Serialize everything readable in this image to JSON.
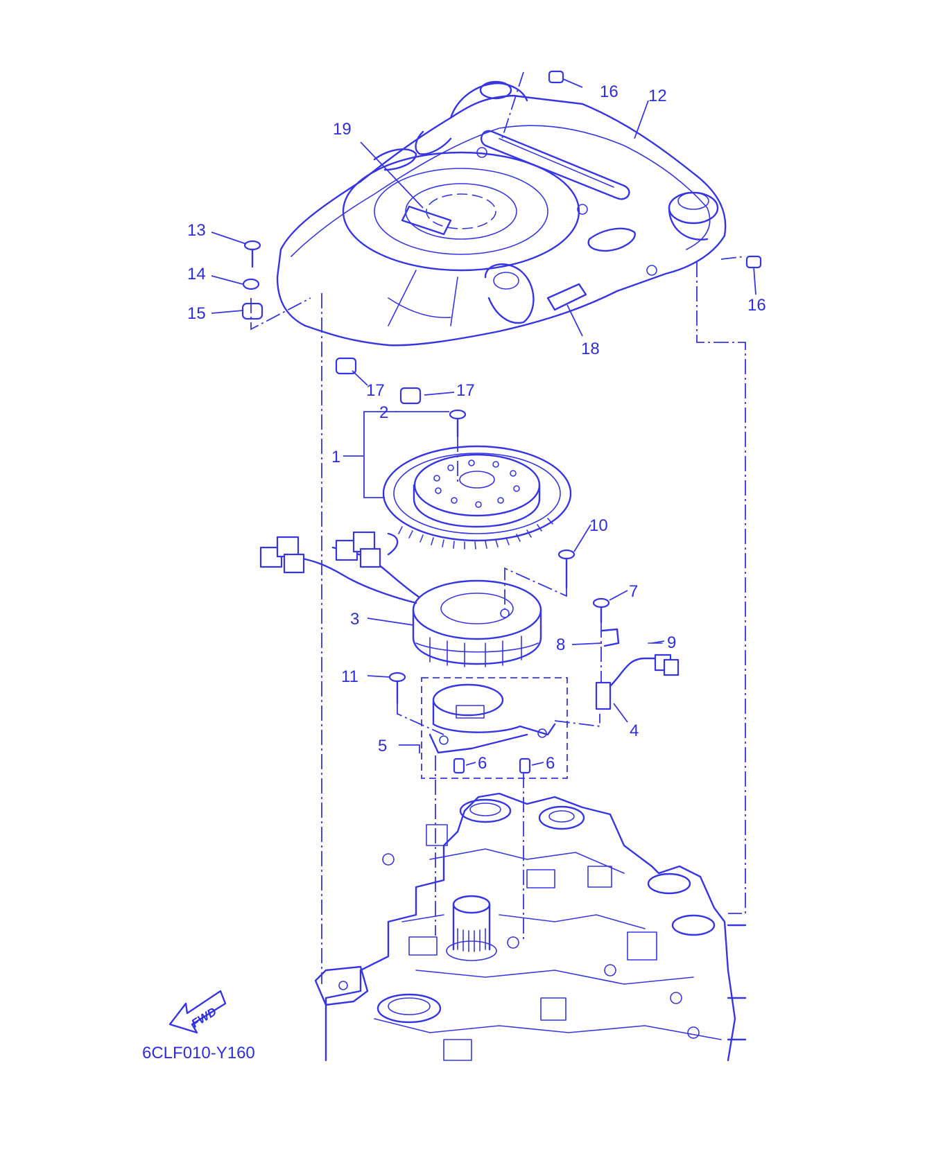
{
  "diagram_code": "6CLF010-Y160",
  "fwd_label": "FWD",
  "callouts": [
    {
      "id": "1",
      "label": "1"
    },
    {
      "id": "2",
      "label": "2"
    },
    {
      "id": "3",
      "label": "3"
    },
    {
      "id": "4",
      "label": "4"
    },
    {
      "id": "5",
      "label": "5"
    },
    {
      "id": "6a",
      "label": "6"
    },
    {
      "id": "6b",
      "label": "6"
    },
    {
      "id": "7",
      "label": "7"
    },
    {
      "id": "8",
      "label": "8"
    },
    {
      "id": "9",
      "label": "9"
    },
    {
      "id": "10",
      "label": "10"
    },
    {
      "id": "11",
      "label": "11"
    },
    {
      "id": "12",
      "label": "12"
    },
    {
      "id": "13",
      "label": "13"
    },
    {
      "id": "14",
      "label": "14"
    },
    {
      "id": "15",
      "label": "15"
    },
    {
      "id": "16a",
      "label": "16"
    },
    {
      "id": "16b",
      "label": "16"
    },
    {
      "id": "17a",
      "label": "17"
    },
    {
      "id": "17b",
      "label": "17"
    },
    {
      "id": "18",
      "label": "18"
    },
    {
      "id": "19",
      "label": "19"
    }
  ],
  "colors": {
    "line": "#3535e6",
    "text": "#2d2de0",
    "background": "#ffffff"
  }
}
